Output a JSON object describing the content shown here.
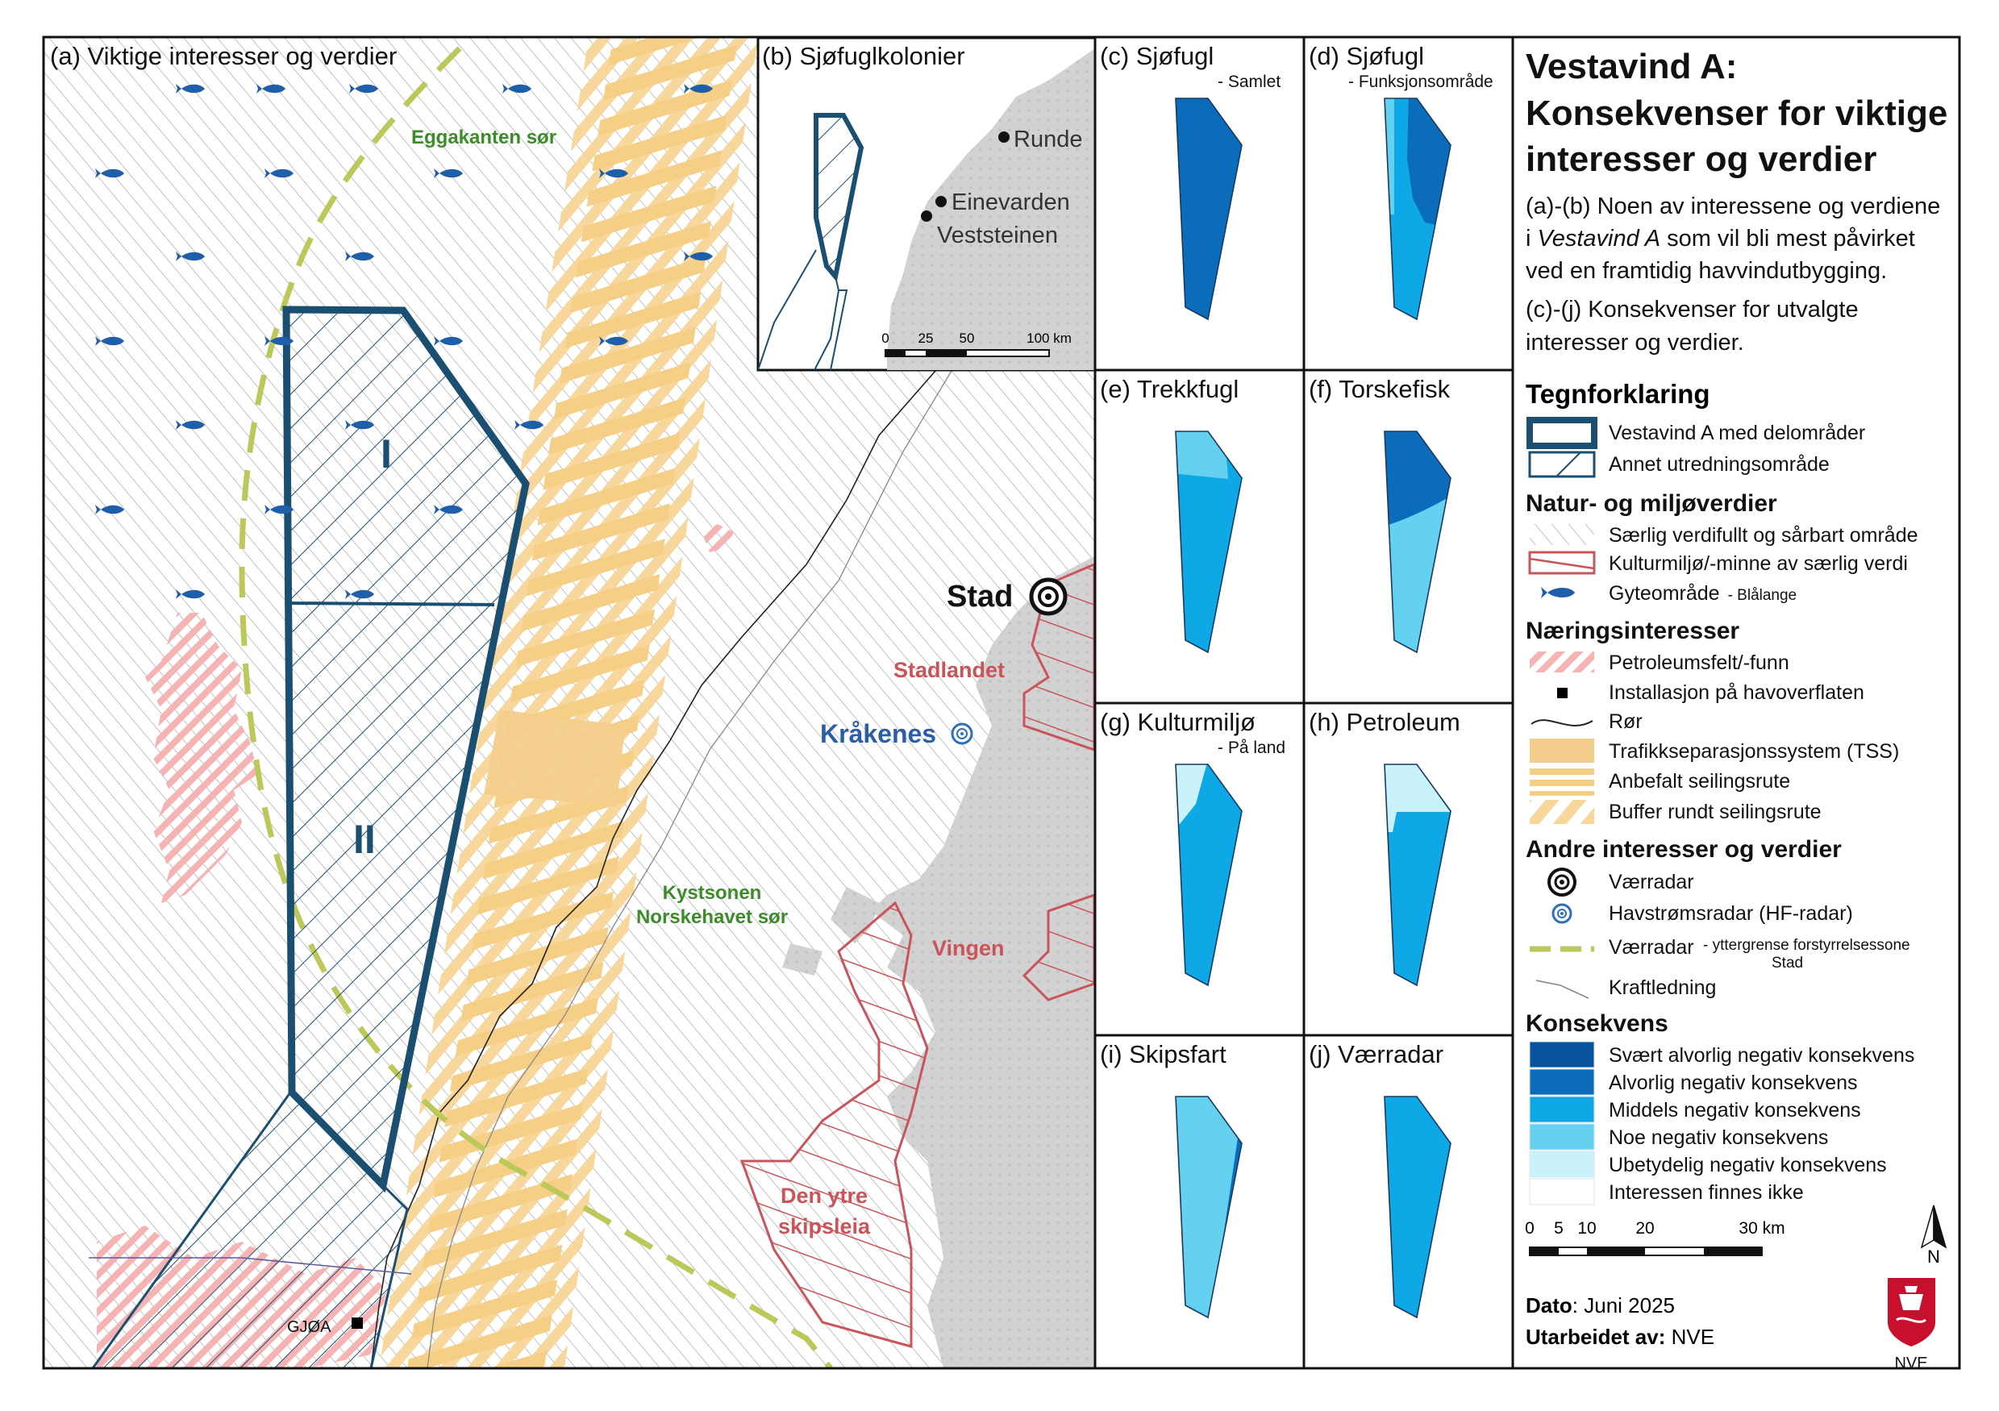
{
  "colors": {
    "frame": "#111111",
    "area_outline": "#1a4f72",
    "land": "#d7d7d7",
    "culture": "#c9545a",
    "petroleum": "#f4a6a6",
    "tss": "#f3cd8c",
    "route": "#f6c978",
    "radar_line": "#bcc95a",
    "fish": "#1f5ea8",
    "c_very_severe": "#08519c",
    "c_severe": "#0a6cbb",
    "c_medium": "#0ea8e6",
    "c_some": "#65d1f1",
    "c_negligible": "#c9f2fb",
    "c_none": "#ffffff"
  },
  "panel_a": {
    "title": "(a) Viktige interesser og verdier",
    "labels": {
      "eggakanten": "Eggakanten sør",
      "area_I": "I",
      "area_II": "II",
      "stad": "Stad",
      "stadlandet": "Stadlandet",
      "kraakenes": "Kråkenes",
      "kystsonen_1": "Kystsonen",
      "kystsonen_2": "Norskehavet sør",
      "vingen": "Vingen",
      "skipsleia_1": "Den ytre",
      "skipsleia_2": "skipsleia",
      "gjoa": "GJØA"
    }
  },
  "panel_b": {
    "title": "(b) Sjøfuglkolonier",
    "places": [
      "Runde",
      "Einevarden",
      "Veststeinen"
    ],
    "scale": [
      "0",
      "25",
      "50",
      "100 km"
    ]
  },
  "panels": [
    {
      "id": "c",
      "title": "(c) Sjøfugl",
      "subtitle": "- Samlet"
    },
    {
      "id": "d",
      "title": "(d) Sjøfugl",
      "subtitle": "- Funksjonsområde"
    },
    {
      "id": "e",
      "title": "(e) Trekkfugl",
      "subtitle": ""
    },
    {
      "id": "f",
      "title": "(f) Torskefisk",
      "subtitle": ""
    },
    {
      "id": "g",
      "title": "(g) Kulturmiljø",
      "subtitle": "- På land"
    },
    {
      "id": "h",
      "title": "(h) Petroleum",
      "subtitle": ""
    },
    {
      "id": "i",
      "title": "(i) Skipsfart",
      "subtitle": ""
    },
    {
      "id": "j",
      "title": "(j) Værradar",
      "subtitle": ""
    }
  ],
  "legend": {
    "title_lines": [
      "Vestavind A:",
      "Konsekvenser for viktige",
      "interesser og verdier"
    ],
    "desc1_a": "(a)-(b) Noen av interessene og verdiene",
    "desc1_b": "i",
    "desc1_b_italic": "Vestavind A",
    "desc1_b_rest": "som vil bli mest påvirket",
    "desc1_c": "ved en framtidig havvindutbygging.",
    "desc2_a": "(c)-(j) Konsekvenser for utvalgte",
    "desc2_b": "interesser og verdier.",
    "tegnforklaring": "Tegnforklaring",
    "item_vestavind": "Vestavind A med delområder",
    "item_annet": "Annet utredningsområde",
    "head_natur": "Natur- og miljøverdier",
    "item_saerlig": "Særlig verdifullt og sårbart område",
    "item_kultur": "Kulturmiljø/-minne av særlig verdi",
    "item_gyte": "Gyteområde",
    "item_gyte_sub": "- Blålange",
    "head_naering": "Næringsinteresser",
    "item_petro": "Petroleumsfelt/-funn",
    "item_install": "Installasjon på havoverflaten",
    "item_ror": "Rør",
    "item_tss": "Trafikkseparasjonssystem (TSS)",
    "item_anbefalt": "Anbefalt seilingsrute",
    "item_buffer": "Buffer rundt seilingsrute",
    "head_andre": "Andre interesser og verdier",
    "item_verradar": "Værradar",
    "item_havstrom": "Havstrømsradar (HF-radar)",
    "item_verradar2": "Værradar",
    "item_verradar2_sub1": "- yttergrense forstyrrelsessone",
    "item_verradar2_sub2": "Stad",
    "item_kraft": "Kraftledning",
    "head_konsekvens": "Konsekvens",
    "k_very_severe": "Svært alvorlig negativ konsekvens",
    "k_severe": "Alvorlig negativ konsekvens",
    "k_medium": "Middels negativ konsekvens",
    "k_some": "Noe negativ konsekvens",
    "k_negligible": "Ubetydelig negativ konsekvens",
    "k_none": "Interessen finnes ikke",
    "scale": [
      "0",
      "5",
      "10",
      "20",
      "30 km"
    ],
    "north": "N",
    "dato_label": "Dato",
    "dato_value": ": Juni 2025",
    "utarbeidet_label": "Utarbeidet av:",
    "utarbeidet_value": " NVE",
    "logo_text": "NVE"
  }
}
